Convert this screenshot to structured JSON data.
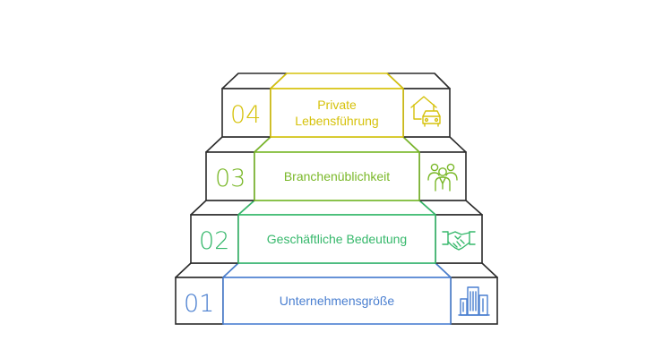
{
  "steps": [
    {
      "number": "01",
      "label_lines": [
        "Unternehmensgröße"
      ],
      "icon": "office-building-icon",
      "color": "#4a7fd0"
    },
    {
      "number": "02",
      "label_lines": [
        "Geschäftliche Bedeutung"
      ],
      "icon": "handshake-icon",
      "color": "#36b86b"
    },
    {
      "number": "03",
      "label_lines": [
        "Branchenüblichkeit"
      ],
      "icon": "people-group-icon",
      "color": "#7ab829"
    },
    {
      "number": "04",
      "label_lines": [
        "Private",
        "Lebensführung"
      ],
      "icon": "house-car-icon",
      "color": "#d6c20c"
    }
  ],
  "colors": {
    "outline": "#2b2b2b",
    "background": "#ffffff"
  }
}
